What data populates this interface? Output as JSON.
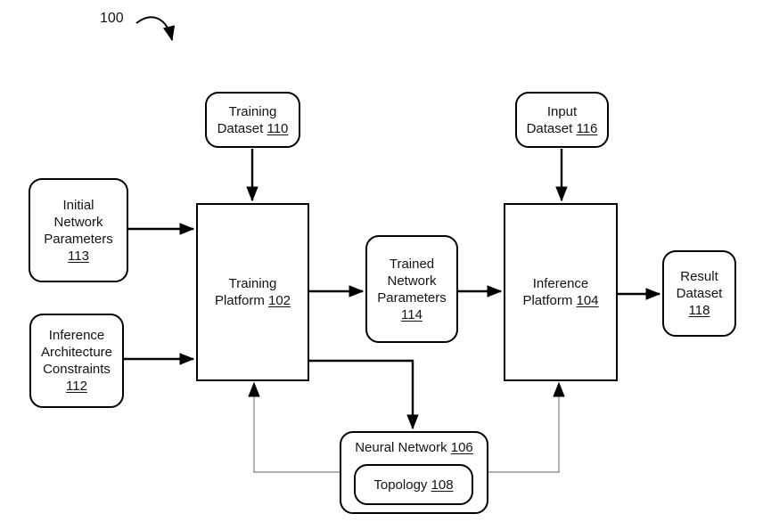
{
  "figure": {
    "ref_label": "100"
  },
  "colors": {
    "background": "#ffffff",
    "line": "#000000",
    "feedback_line": "#7d7d7d",
    "box_border": "#000000",
    "text": "#131313"
  },
  "boxes": {
    "training_dataset": {
      "line1": "Training",
      "line2": "Dataset",
      "ref": "110"
    },
    "input_dataset": {
      "line1": "Input",
      "line2": "Dataset",
      "ref": "116"
    },
    "initial_network_parameters": {
      "line1": "Initial",
      "line2": "Network",
      "line3": "Parameters",
      "ref": "113"
    },
    "inference_architecture_constraints": {
      "line1": "Inference",
      "line2": "Architecture",
      "line3": "Constraints",
      "ref": "112"
    },
    "training_platform": {
      "line1": "Training",
      "line2": "Platform",
      "ref": "102"
    },
    "trained_network_parameters": {
      "line1": "Trained",
      "line2": "Network",
      "line3": "Parameters",
      "ref": "114"
    },
    "inference_platform": {
      "line1": "Inference",
      "line2": "Platform",
      "ref": "104"
    },
    "result_dataset": {
      "line1": "Result",
      "line2": "Dataset",
      "ref": "118"
    },
    "neural_network": {
      "line1": "Neural Network",
      "ref": "106"
    },
    "topology": {
      "line1": "Topology",
      "ref": "108"
    }
  },
  "connections": [
    {
      "from": "Training Dataset 110",
      "to": "Training Platform 102",
      "style": "solid-arrow"
    },
    {
      "from": "Initial Network Parameters 113",
      "to": "Training Platform 102",
      "style": "solid-arrow"
    },
    {
      "from": "Inference Architecture Constraints 112",
      "to": "Training Platform 102",
      "style": "solid-arrow"
    },
    {
      "from": "Training Platform 102",
      "to": "Trained Network Parameters 114",
      "style": "solid-arrow"
    },
    {
      "from": "Trained Network Parameters 114",
      "to": "Inference Platform 104",
      "style": "solid-arrow"
    },
    {
      "from": "Input Dataset 116",
      "to": "Inference Platform 104",
      "style": "solid-arrow"
    },
    {
      "from": "Inference Platform 104",
      "to": "Result Dataset 118",
      "style": "solid-arrow"
    },
    {
      "from": "Training Platform 102",
      "to": "Neural Network 106",
      "style": "solid-arrow"
    },
    {
      "from": "Neural Network 106",
      "to": "Training Platform 102",
      "style": "thin-feedback-arrow"
    },
    {
      "from": "Neural Network 106",
      "to": "Inference Platform 104",
      "style": "thin-feedback-arrow"
    }
  ]
}
